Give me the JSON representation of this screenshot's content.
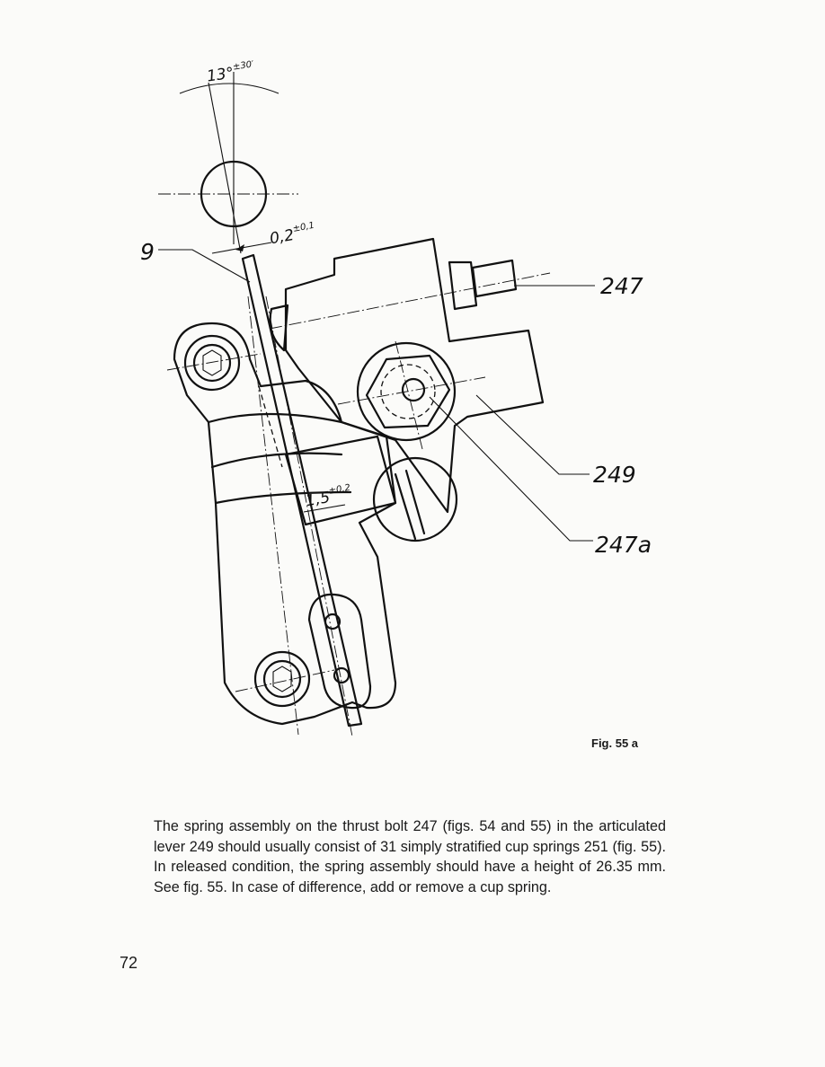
{
  "figure": {
    "caption": "Fig. 55 a",
    "callouts": {
      "part_9": "9",
      "part_247": "247",
      "part_249": "249",
      "part_247a": "247a"
    },
    "dimensions": {
      "angle": {
        "value": "13°",
        "tolerance": "±30′"
      },
      "gap": {
        "value": "0,2",
        "tolerance": "±0,1"
      },
      "offset": {
        "value": "1,5",
        "tolerance": "±0,2"
      }
    }
  },
  "body_text": "The spring assembly on the thrust bolt 247 (figs. 54 and 55) in the articulated lever 249 should usually consist of 31 simply stratified cup springs 251 (fig. 55). In released condition, the spring assembly should have a height of 26.35 mm. See fig. 55. In case of difference, add or remove a cup spring.",
  "page_number": "72"
}
